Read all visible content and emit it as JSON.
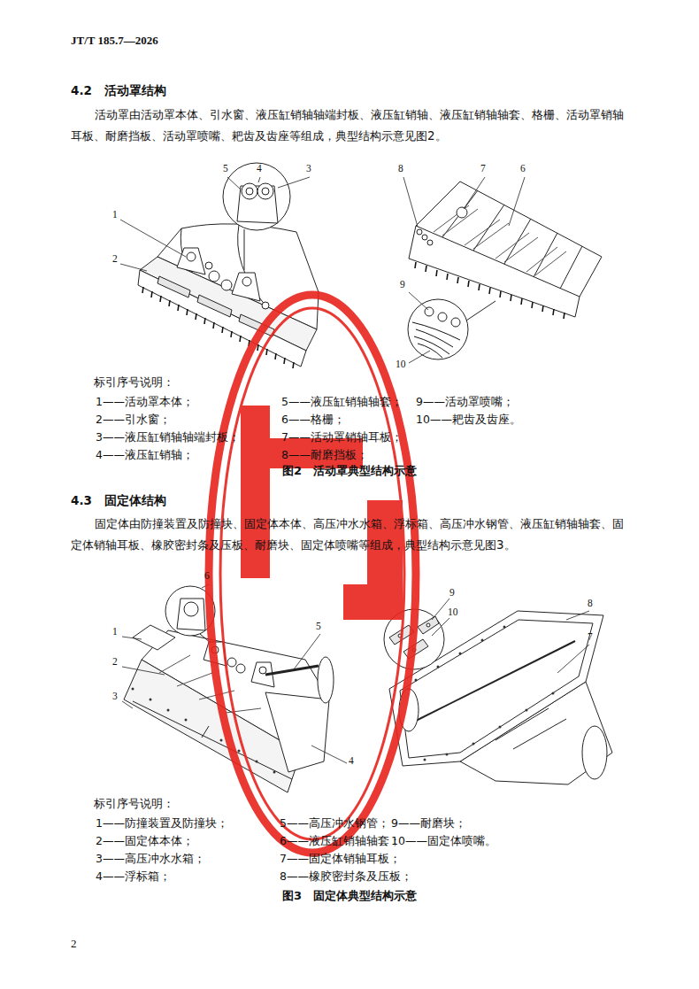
{
  "diagram": {
    "labels": [
      "JT/T 185.7—2026",
      "4.2　活动罩结构",
      "活动罩由活动罩本体、引水窗、液压缸销轴轴端封板、液压缸销轴、液压缸销轴轴套、格栅、活动罩销轴耳板、耐磨挡板、活动罩喷嘴、耙齿及齿座等组成，典型结构示意见图2。",
      "5",
      "4",
      "3",
      "1",
      "2",
      "8",
      "7",
      "6",
      "9",
      "10",
      "标引序号说明：",
      "1——活动罩本体；",
      "2——引水窗；",
      "3——液压缸销轴轴端封板；",
      "4——液压缸销轴；",
      "5——液压缸销轴轴套；",
      "6——格栅；",
      "7——活动罩销轴耳板；",
      "8——耐磨挡板；",
      "9——活动罩喷嘴；",
      "10——耙齿及齿座。",
      "图2　活动罩典型结构示意",
      "4.3　固定体结构",
      "固定体由防撞装置及防撞块、固定体本体、高压冲水水箱、浮标箱、高压冲水钢管、液压缸销轴轴套、固定体销轴耳板、橡胶密封条及压板、耐磨块、固定体喷嘴等组成，典型结构示意见图3。",
      "6",
      "5",
      "1",
      "2",
      "3",
      "4",
      "9",
      "10",
      "8",
      "7",
      "标引序号说明：",
      "1——防撞装置及防撞块；",
      "2——固定体本体；",
      "3——高压冲水水箱；",
      "4——浮标箱；",
      "5——高压冲水钢管；",
      "6——液压缸销轴轴套；",
      "7——固定体销轴耳板；",
      "8——橡胶密封条及压板；",
      "9——耐磨块；",
      "10——固定体喷嘴。",
      "图3　固定体典型结构示意",
      "2"
    ]
  }
}
